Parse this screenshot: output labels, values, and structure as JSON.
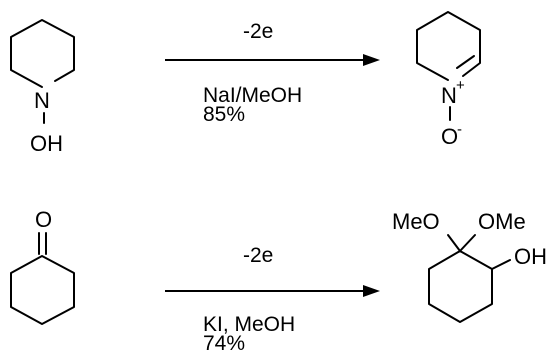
{
  "reactions": [
    {
      "reactant_atoms": {
        "n": "N",
        "oh": "OH"
      },
      "conditions_above": "-2e",
      "conditions_below_line1": "NaI/MeOH",
      "conditions_below_line2": "85%",
      "product_atoms": {
        "n": "N",
        "n_charge": "+",
        "o": "O",
        "o_charge": "-"
      }
    },
    {
      "reactant_atoms": {
        "o": "O"
      },
      "conditions_above": "-2e",
      "conditions_below_line1": "KI, MeOH",
      "conditions_below_line2": "74%",
      "product_atoms": {
        "meo_left": "MeO",
        "ome_right": "OMe",
        "oh": "OH"
      }
    }
  ]
}
